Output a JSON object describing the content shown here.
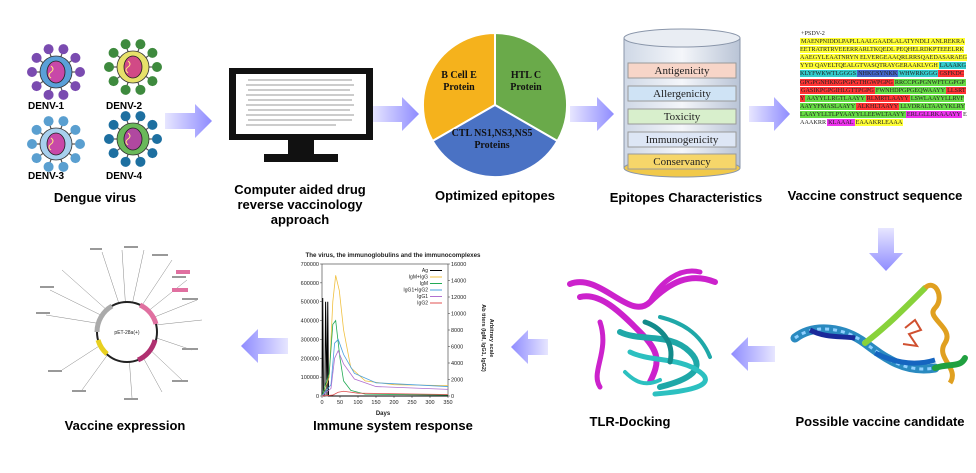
{
  "virus": {
    "labels": [
      "DENV-1",
      "DENV-2",
      "DENV-3",
      "DENV-4"
    ],
    "caption": "Dengue virus"
  },
  "computer": {
    "caption": "Computer aided drug reverse vaccinology approach"
  },
  "pie": {
    "slices": [
      {
        "label": "B Cell E Protein",
        "color": "#f5b21c"
      },
      {
        "label": "HTL C Protein",
        "color": "#6aaa4a"
      },
      {
        "label": "CTL NS1,NS3,NS5 Proteins",
        "color": "#4a72c4"
      }
    ],
    "caption": "Optimized epitopes"
  },
  "characteristics": {
    "items": [
      "Antigenicity",
      "Allergenicity",
      "Toxicity",
      "Immunogenicity",
      "Conservancy"
    ],
    "caption": "Epitopes Characteristics"
  },
  "sequence": {
    "header": "+PSDV-2",
    "caption": "Vaccine construct sequence"
  },
  "candidate": {
    "caption": "Possible vaccine candidate"
  },
  "docking": {
    "caption": "TLR-Docking"
  },
  "immune": {
    "caption": "Immune system response",
    "plot_title": "The virus, the immunoglobulins and the immunocomplexes",
    "xlabel": "Days",
    "ylabel_right": "Ab titers (IgM, IgG1, IgG2)",
    "ylabel_right2": "Arbitrary scale",
    "legend": [
      "Ag",
      "IgM+IgG",
      "IgM",
      "IgG1+IgG2",
      "IgG1",
      "IgG2"
    ]
  },
  "expression": {
    "caption": "Vaccine expression",
    "plasmid_label": "pET-28a(+)"
  },
  "chart_data": {
    "type": "line",
    "title": "The virus, the immunoglobulins and the immunocomplexes",
    "xlabel": "Days",
    "ylabel": "Ab titers (IgM, IgG1, IgG2) Arbitrary scale",
    "xlim": [
      0,
      350
    ],
    "ylim_left": [
      0,
      700000
    ],
    "ylim_right": [
      0,
      16000
    ],
    "x_ticks": [
      0,
      50,
      100,
      150,
      200,
      250,
      300,
      350
    ],
    "y_ticks_left": [
      0,
      100000,
      200000,
      300000,
      400000,
      500000,
      600000,
      700000
    ],
    "y_ticks_right": [
      0,
      2000,
      4000,
      6000,
      8000,
      10000,
      12000,
      14000,
      16000
    ],
    "series": [
      {
        "name": "Ag",
        "color": "#000000",
        "x": [
          0,
          2,
          4,
          6,
          8,
          10,
          14,
          16,
          18,
          20,
          22,
          24,
          26,
          350
        ],
        "y": [
          0,
          520000,
          0,
          0,
          0,
          500000,
          0,
          500000,
          0,
          0,
          0,
          0,
          0,
          0
        ]
      },
      {
        "name": "IgM+IgG",
        "color": "#f0c040",
        "x": [
          0,
          20,
          30,
          38,
          48,
          60,
          80,
          120,
          200,
          350
        ],
        "y": [
          0,
          100000,
          500000,
          640000,
          560000,
          350000,
          150000,
          80000,
          60000,
          55000
        ]
      },
      {
        "name": "IgM",
        "color": "#22aa55",
        "x": [
          0,
          20,
          30,
          38,
          50,
          60,
          80,
          120,
          350
        ],
        "y": [
          0,
          120000,
          380000,
          400000,
          200000,
          80000,
          30000,
          10000,
          5000
        ]
      },
      {
        "name": "IgG1+IgG2",
        "color": "#4aa0dd",
        "x": [
          0,
          25,
          35,
          45,
          60,
          90,
          150,
          350
        ],
        "y": [
          0,
          60000,
          280000,
          300000,
          220000,
          120000,
          70000,
          50000
        ]
      },
      {
        "name": "IgG1",
        "color": "#b070d0",
        "x": [
          0,
          25,
          35,
          45,
          60,
          90,
          150,
          350
        ],
        "y": [
          0,
          40000,
          200000,
          240000,
          170000,
          90000,
          50000,
          35000
        ]
      },
      {
        "name": "IgG2",
        "color": "#e05050",
        "x": [
          0,
          30,
          45,
          60,
          100,
          350
        ],
        "y": [
          0,
          5000,
          20000,
          25000,
          15000,
          8000
        ]
      }
    ]
  }
}
